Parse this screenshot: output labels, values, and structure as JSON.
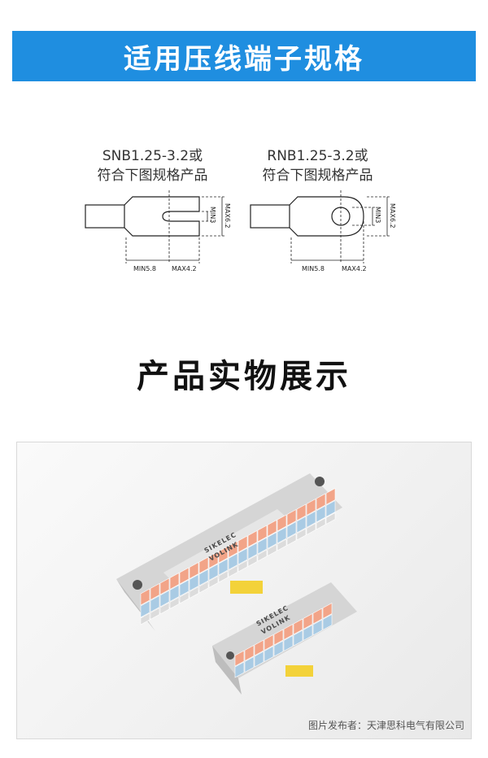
{
  "header": {
    "title": "适用压线端子规格"
  },
  "specs": [
    {
      "model": "SNB1.25-3.2或",
      "description": "符合下图规格产品",
      "dim_min_height": "MIN3",
      "dim_max_height": "MAX6.2",
      "dim_min_length": "MIN5.8",
      "dim_max_length": "MAX4.2"
    },
    {
      "model": "RNB1.25-3.2或",
      "description": "符合下图规格产品",
      "dim_min_height": "MIN3",
      "dim_max_height": "MAX6.2",
      "dim_min_length": "MIN5.8",
      "dim_max_length": "MAX4.2"
    }
  ],
  "section": {
    "title": "产品实物展示"
  },
  "photo": {
    "brand_line1": "SIKELEC",
    "brand_line2": "VOLINK",
    "watermark": "图片发布者：天津思科电气有限公司"
  },
  "colors": {
    "banner": "#1f8ee0",
    "terminal_orange": "#f2a488",
    "terminal_blue": "#a9cbe4",
    "din_clip_yellow": "#f3d23a",
    "housing_grey": "#dcdcdc"
  }
}
